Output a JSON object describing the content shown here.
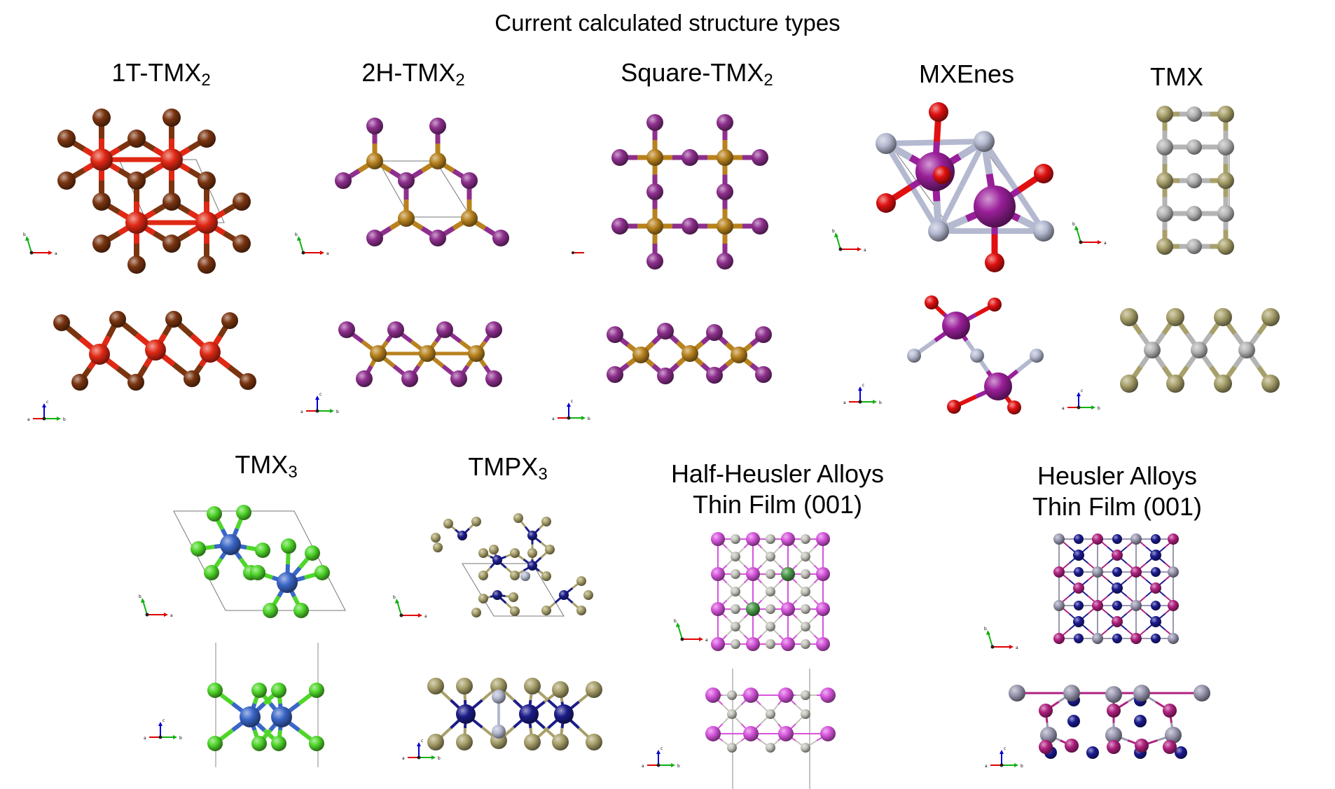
{
  "page": {
    "title": "Current calculated structure types"
  },
  "titles": {
    "t1T": {
      "main": "1T-TMX",
      "sub": "2"
    },
    "t2H": {
      "main": "2H-TMX",
      "sub": "2"
    },
    "tSq": {
      "main": "Square-TMX",
      "sub": "2"
    },
    "tMX": {
      "main": "MXEnes"
    },
    "tTMX": {
      "main": "TMX"
    },
    "tTMX3": {
      "main": "TMX",
      "sub": "3"
    },
    "tTMPX3": {
      "main": "TMPX",
      "sub": "3"
    },
    "tHH": {
      "line1": "Half-Heusler Alloys",
      "line2": "Thin Film (001)"
    },
    "tH": {
      "line1": "Heusler Alloys",
      "line2": "Thin Film (001)"
    }
  },
  "axis_labels": {
    "a": "a",
    "b": "b",
    "c": "c"
  },
  "colors": {
    "brown": "#7a3410",
    "red": "#e02814",
    "purple": "#8e2f8e",
    "gold": "#b8821e",
    "silver": "#b4b9d0",
    "magenta": "#9a1f9a",
    "ored": "#e01010",
    "olive": "#a8a06a",
    "gray": "#b4b4b4",
    "green": "#4fd62a",
    "blue": "#3a66c8",
    "navy": "#1c1c8a",
    "pmag": "#d654dc",
    "pgray": "#c4c4bc",
    "pgreen": "#4a9a4a",
    "hmag": "#b02080",
    "hgray": "#9a98b0",
    "hnavy": "#1a1a90",
    "axisRed": "#e00000",
    "axisGreen": "#10b010",
    "axisBlue": "#0000d0"
  }
}
